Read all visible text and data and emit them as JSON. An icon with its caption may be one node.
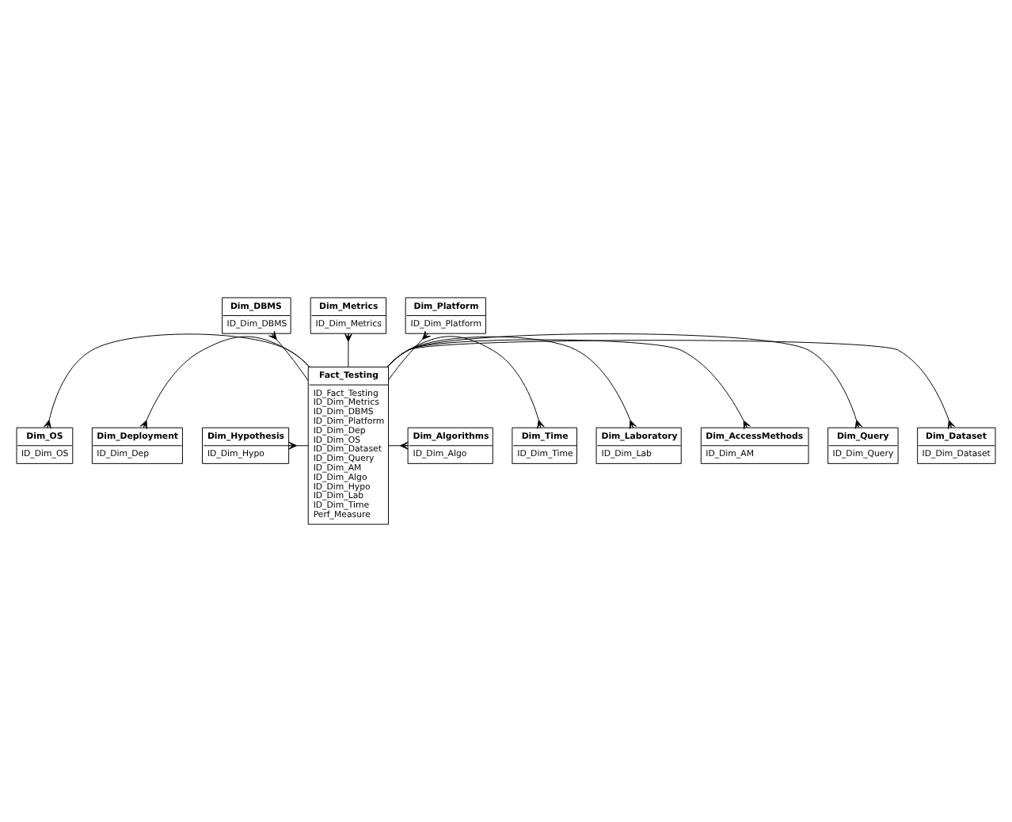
{
  "diagram": {
    "nodes": [
      {
        "text": [
          "Dim_DBMS",
          "ID_Dim_DBMS"
        ]
      },
      {
        "text": [
          "Dim_Metrics",
          "ID_Dim_Metrics"
        ]
      },
      {
        "text": [
          "Dim_Platform",
          "ID_Dim_Platform"
        ]
      },
      {
        "text": [
          "Fact_Testing",
          "ID_Fact_Testing",
          "ID_Dim_Metrics",
          "ID_Dim_DBMS",
          "ID_Dim_Platform",
          "ID_Dim_Dep",
          "ID_Dim_OS",
          "ID_Dim_Dataset",
          "ID_Dim_Query",
          "ID_Dim_AM",
          "ID_Dim_Algo",
          "ID_Dim_Hypo",
          "ID_Dim_Lab",
          "ID_Dim_Time",
          "Perf_Measure"
        ]
      },
      {
        "text": [
          "Dim_OS",
          "ID_Dim_OS"
        ]
      },
      {
        "text": [
          "Dim_Dataset",
          "ID_Dim_Dataset"
        ]
      },
      {
        "text": [
          "Dim_Deployment",
          "ID_Dim_Dep"
        ]
      },
      {
        "text": [
          "Dim_Query",
          "ID_Dim_Query"
        ]
      },
      {
        "text": [
          "Dim_Hypothesis",
          "ID_Dim_Hypo"
        ]
      },
      {
        "text": [
          "Dim_AccessMethods",
          "ID_Dim_AM"
        ]
      },
      {
        "text": [
          "Dim_Laboratory",
          "ID_Dim_Lab"
        ]
      },
      {
        "text": [
          "Dim_Time",
          "ID_Dim_Time"
        ]
      },
      {
        "text": [
          "Dim_Algorithms",
          "ID_Dim_Algo"
        ]
      }
    ],
    "edges": [
      {
        "from": 3,
        "to": 0,
        "arrow": "other"
      },
      {
        "from": 3,
        "to": 1,
        "arrow": "other"
      },
      {
        "from": 3,
        "to": 2,
        "arrow": "other"
      },
      {
        "from": 3,
        "to": 4,
        "arrow": "other"
      },
      {
        "from": 3,
        "to": 5,
        "arrow": "other"
      },
      {
        "from": 3,
        "to": 6,
        "arrow": "other"
      },
      {
        "from": 3,
        "to": 7,
        "arrow": "other"
      },
      {
        "from": 3,
        "to": 8,
        "arrow": "other"
      },
      {
        "from": 3,
        "to": 9,
        "arrow": "other"
      },
      {
        "from": 3,
        "to": 10,
        "arrow": "other"
      },
      {
        "from": 3,
        "to": 11,
        "arrow": "other"
      },
      {
        "from": 3,
        "to": 12,
        "arrow": "other"
      }
    ]
  }
}
